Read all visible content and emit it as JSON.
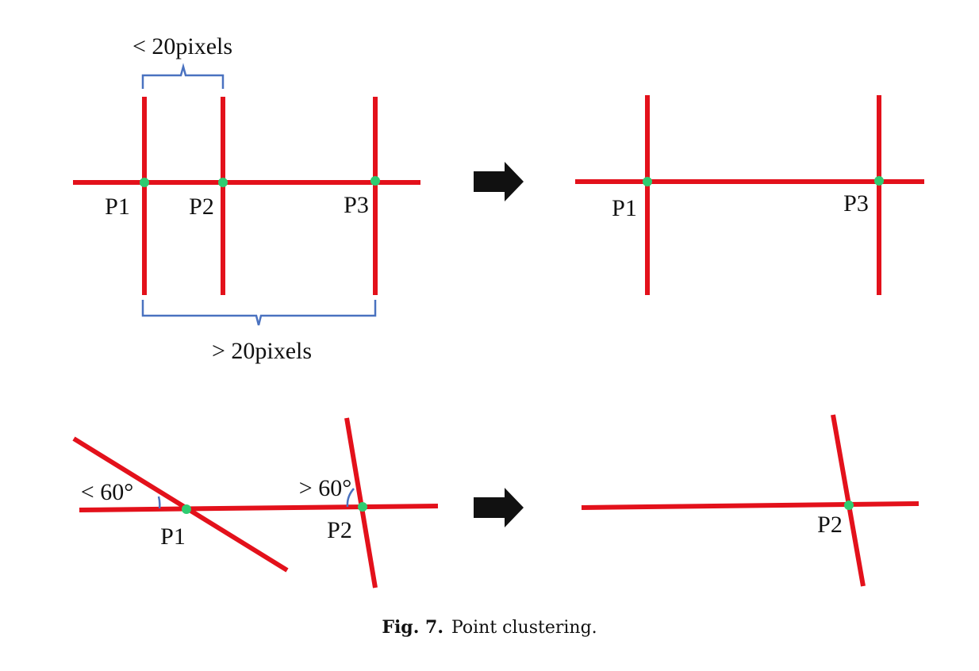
{
  "colors": {
    "line": "#e3111b",
    "point": "#2ecc71",
    "bracket": "#4a72c0",
    "arrow": "#111111"
  },
  "top_left": {
    "p1_label": "P1",
    "p2_label": "P2",
    "p3_label": "P3",
    "bracket_small_label": "< 20pixels",
    "bracket_large_label": "> 20pixels"
  },
  "top_right": {
    "p1_label": "P1",
    "p3_label": "P3"
  },
  "bottom_left": {
    "angle_small_label": "< 60°",
    "angle_large_label": "> 60°",
    "p1_label": "P1",
    "p2_label": "P2"
  },
  "bottom_right": {
    "p2_label": "P2"
  },
  "icons": [
    "arrow-right-icon",
    "arrow-right-icon"
  ],
  "caption": {
    "figure_number": "Fig. 7.",
    "text": "Point clustering."
  }
}
